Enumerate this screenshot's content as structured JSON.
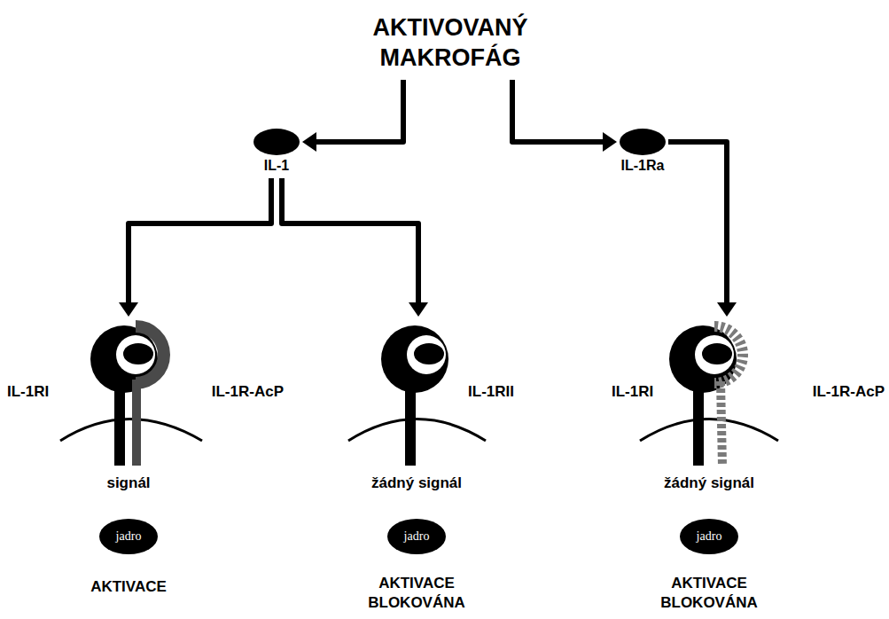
{
  "diagram": {
    "nodes": [
      {
        "text": [
          "AKTIVOVANÝ MAKROFÁG"
        ]
      },
      {
        "text": [
          "IL-1"
        ]
      },
      {
        "text": [
          "IL-1Ra"
        ]
      },
      {
        "text": [
          "IL-1RI",
          "IL-1R-AcP"
        ]
      },
      {
        "text": [
          "IL-1RII"
        ]
      },
      {
        "text": [
          "IL-1RI",
          "IL-1R-AcP"
        ]
      },
      {
        "text": [
          "jadro"
        ]
      },
      {
        "text": [
          "jadro"
        ]
      },
      {
        "text": [
          "jadro"
        ]
      }
    ],
    "edges": [
      {
        "from": 0,
        "to": 1,
        "arrow": "to"
      },
      {
        "from": 0,
        "to": 2,
        "arrow": "to"
      },
      {
        "from": 1,
        "to": 3,
        "arrow": "to"
      },
      {
        "from": 1,
        "to": 4,
        "arrow": "to"
      },
      {
        "from": 2,
        "to": 5,
        "arrow": "to"
      }
    ],
    "labels": [
      "signál",
      "žádný signál",
      "žádný signál",
      "AKTIVACE",
      "AKTIVACE BLOKOVÁNA",
      "AKTIVACE BLOKOVÁNA"
    ]
  }
}
